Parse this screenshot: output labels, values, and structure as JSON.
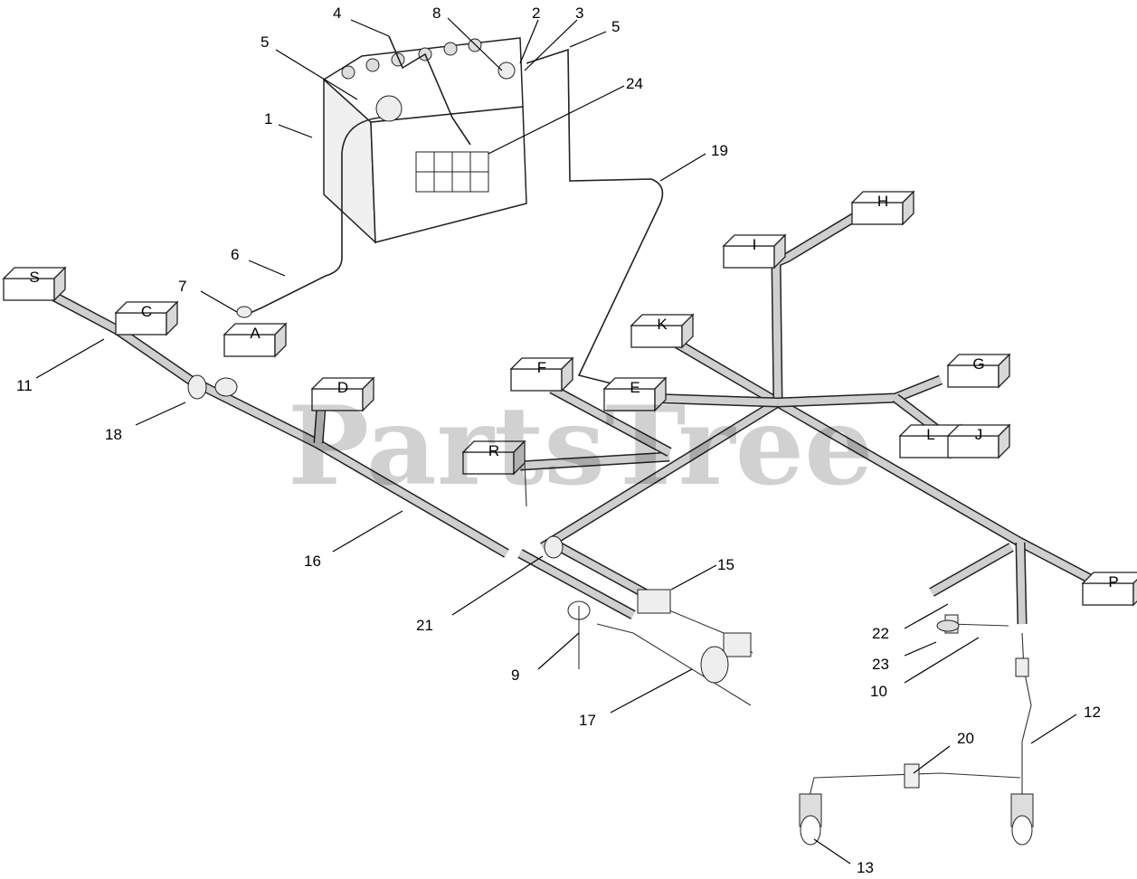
{
  "watermark": "PartsTree",
  "part_numbers": [
    "1",
    "2",
    "3",
    "4",
    "5",
    "5",
    "6",
    "7",
    "8",
    "9",
    "10",
    "11",
    "12",
    "13",
    "15",
    "16",
    "17",
    "18",
    "19",
    "20",
    "21",
    "22",
    "23",
    "24"
  ],
  "connector_labels": [
    "S",
    "C",
    "A",
    "D",
    "F",
    "E",
    "R",
    "K",
    "I",
    "H",
    "G",
    "L",
    "J",
    "P"
  ],
  "colors": {
    "line": "#222222",
    "loom": "#cfcfcf",
    "watermark": "#b8b8b8",
    "background": "#ffffff"
  }
}
